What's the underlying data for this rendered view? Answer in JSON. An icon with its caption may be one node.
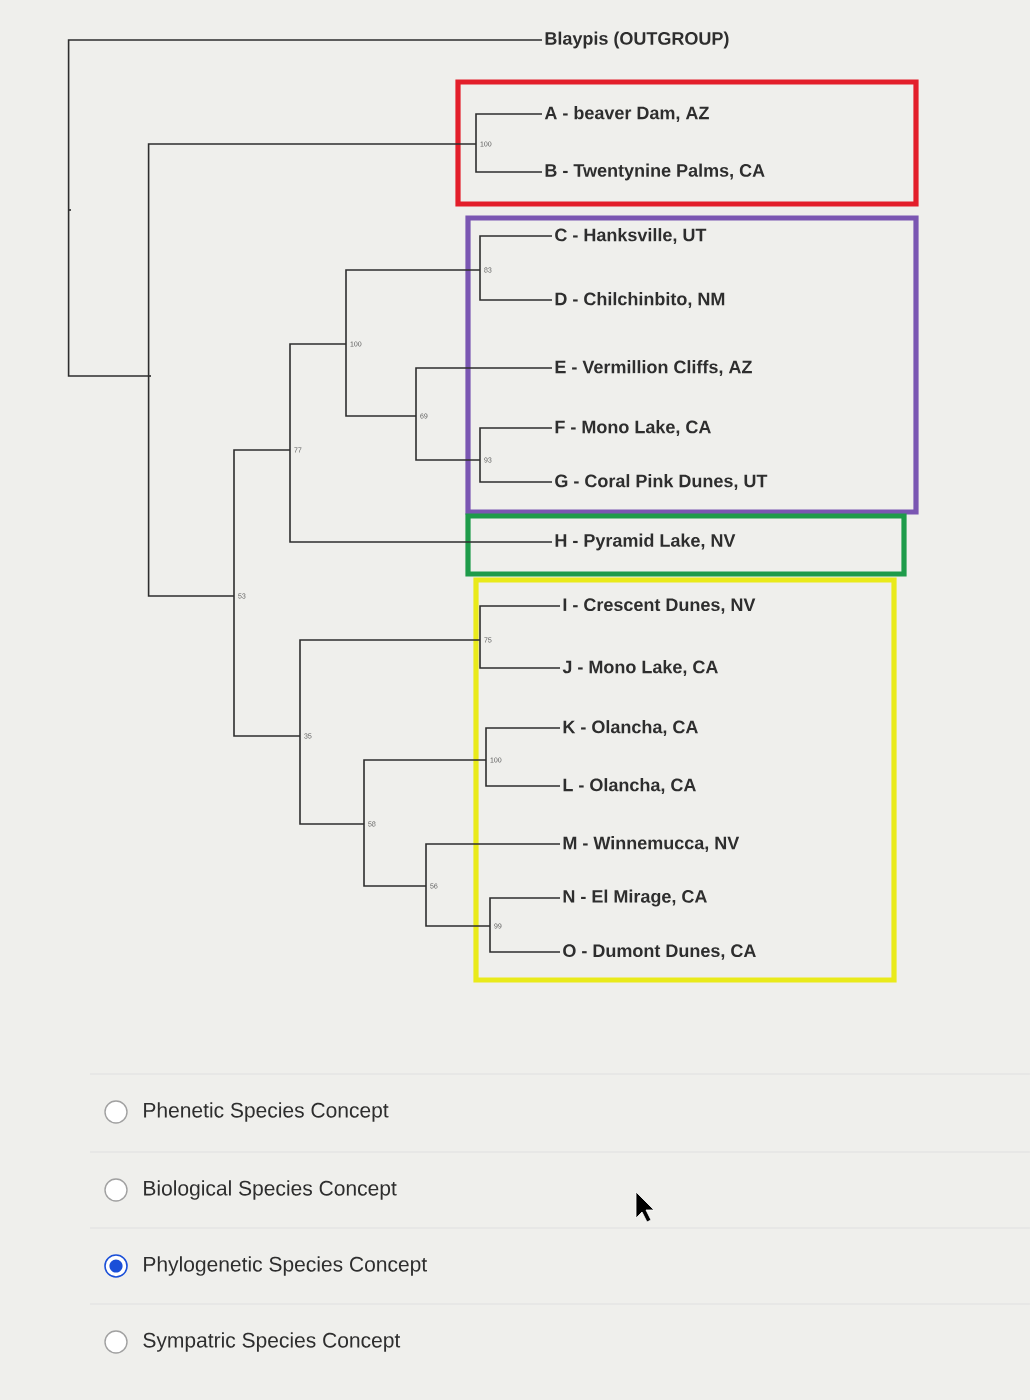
{
  "diagram": {
    "nodes": [
      {
        "text": [
          "Blaypis (OUTGROUP)"
        ]
      },
      {
        "text": [],
        "shape": "box"
      },
      {
        "text": [
          "A - beaver Dam, AZ"
        ],
        "in": 1
      },
      {
        "text": [
          "B - Twentynine Palms, CA"
        ],
        "in": 1
      },
      {
        "text": [],
        "shape": "box"
      },
      {
        "text": [
          "C - Hanksville, UT"
        ],
        "in": 4
      },
      {
        "text": [
          "D - Chilchinbito, NM"
        ],
        "in": 4
      },
      {
        "text": [
          "E - Vermillion Cliffs, AZ"
        ],
        "in": 4
      },
      {
        "text": [
          "F - Mono Lake, CA"
        ],
        "in": 4
      },
      {
        "text": [
          "G - Coral Pink Dunes, UT"
        ],
        "in": 4
      },
      {
        "text": [],
        "shape": "box"
      },
      {
        "text": [
          "H - Pyramid Lake, NV"
        ],
        "in": 10
      },
      {
        "text": [],
        "shape": "box"
      },
      {
        "text": [
          "I - Crescent Dunes, NV"
        ],
        "in": 12
      },
      {
        "text": [
          "J - Mono Lake, CA"
        ],
        "in": 12
      },
      {
        "text": [
          "K - Olancha, CA"
        ],
        "in": 12
      },
      {
        "text": [
          "L - Olancha, CA"
        ],
        "in": 12
      },
      {
        "text": [
          "M - Winnemucca, NV"
        ],
        "in": 12
      },
      {
        "text": [
          "N - El Mirage, CA"
        ],
        "in": 12
      },
      {
        "text": [
          "O - Dumont Dunes, CA"
        ],
        "in": 12
      },
      {
        "text": [],
        "shape": "point"
      },
      {
        "text": [],
        "shape": "point"
      },
      {
        "text": [
          "100"
        ],
        "in": 1
      },
      {
        "text": [
          "53"
        ]
      },
      {
        "text": [
          "77"
        ]
      },
      {
        "text": [
          "100"
        ]
      },
      {
        "text": [
          "83"
        ],
        "in": 4
      },
      {
        "text": [
          "69"
        ]
      },
      {
        "text": [
          "93"
        ],
        "in": 4
      },
      {
        "text": [
          "35"
        ]
      },
      {
        "text": [
          "75"
        ],
        "in": 12
      },
      {
        "text": [
          "58"
        ]
      },
      {
        "text": [
          "100"
        ],
        "in": 12
      },
      {
        "text": [
          "56"
        ]
      },
      {
        "text": [
          "99"
        ],
        "in": 12
      }
    ],
    "edges": [
      {
        "from": 20,
        "to": 0,
        "arrow": "none"
      },
      {
        "from": 20,
        "to": 21,
        "arrow": "none"
      },
      {
        "from": 21,
        "to": 22,
        "arrow": "none"
      },
      {
        "from": 21,
        "to": 23,
        "arrow": "none"
      },
      {
        "from": 22,
        "to": 2,
        "arrow": "none"
      },
      {
        "from": 22,
        "to": 3,
        "arrow": "none"
      },
      {
        "from": 23,
        "to": 24,
        "arrow": "none"
      },
      {
        "from": 23,
        "to": 29,
        "arrow": "none"
      },
      {
        "from": 24,
        "to": 25,
        "arrow": "none"
      },
      {
        "from": 24,
        "to": 11,
        "arrow": "none"
      },
      {
        "from": 25,
        "to": 26,
        "arrow": "none"
      },
      {
        "from": 25,
        "to": 27,
        "arrow": "none"
      },
      {
        "from": 26,
        "to": 5,
        "arrow": "none"
      },
      {
        "from": 26,
        "to": 6,
        "arrow": "none"
      },
      {
        "from": 27,
        "to": 7,
        "arrow": "none"
      },
      {
        "from": 27,
        "to": 28,
        "arrow": "none"
      },
      {
        "from": 28,
        "to": 8,
        "arrow": "none"
      },
      {
        "from": 28,
        "to": 9,
        "arrow": "none"
      },
      {
        "from": 29,
        "to": 30,
        "arrow": "none"
      },
      {
        "from": 29,
        "to": 31,
        "arrow": "none"
      },
      {
        "from": 30,
        "to": 13,
        "arrow": "none"
      },
      {
        "from": 30,
        "to": 14,
        "arrow": "none"
      },
      {
        "from": 31,
        "to": 32,
        "arrow": "none"
      },
      {
        "from": 31,
        "to": 33,
        "arrow": "none"
      },
      {
        "from": 32,
        "to": 15,
        "arrow": "none"
      },
      {
        "from": 32,
        "to": 16,
        "arrow": "none"
      },
      {
        "from": 33,
        "to": 17,
        "arrow": "none"
      },
      {
        "from": 33,
        "to": 34,
        "arrow": "none"
      },
      {
        "from": 34,
        "to": 18,
        "arrow": "none"
      },
      {
        "from": 34,
        "to": 19,
        "arrow": "none"
      }
    ],
    "labels": [
      "Phenetic Species Concept",
      "Biological Species Concept",
      "Phylogenetic Species Concept",
      "Sympatric Species Concept"
    ]
  }
}
